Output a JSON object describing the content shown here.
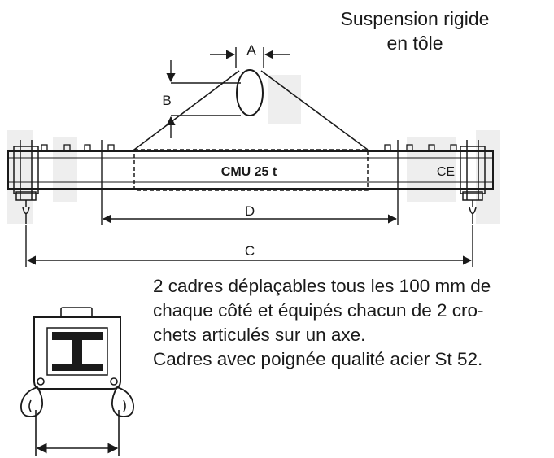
{
  "header": {
    "line1": "Suspension rigide",
    "line2": "en tôle"
  },
  "dimensions": {
    "a": "A",
    "b": "B",
    "c": "C",
    "d": "D"
  },
  "beam": {
    "capacity_label": "CMU 25 t",
    "ce_mark": "CE"
  },
  "description": {
    "lines": [
      "2 cadres déplaçables tous les 100 mm de",
      "chaque côté et équipés chacun de 2 cro-",
      "chets articulés sur un axe.",
      "Cadres avec poignée qualité acier St 52."
    ]
  },
  "colors": {
    "ink": "#1a1a1a",
    "background": "#ffffff",
    "shadow": "#e6e6e6"
  }
}
